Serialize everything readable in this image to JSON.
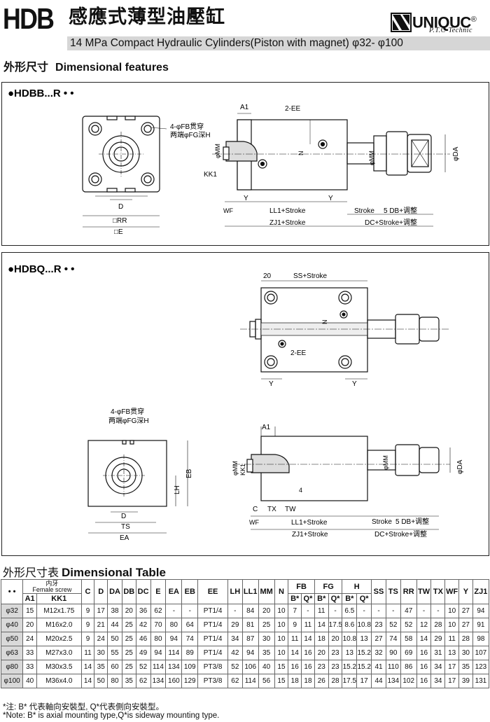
{
  "header": {
    "code": "HDB",
    "title_cn": "感應式薄型油壓缸",
    "subtitle": "14 MPa Compact Hydraulic Cylinders(Piston with magnet) φ32- φ100",
    "brand": "UNIQUC",
    "brand_mark": "®",
    "brand_tag": "P.T.C-Technic"
  },
  "section": {
    "title_cn": "外形尺寸",
    "title_en": "Dimensional features"
  },
  "panel1": {
    "title": "●HDBB...R • •",
    "labels": {
      "fb": "4-φFB贯穿",
      "fg": "两端φFG深H",
      "d": "D",
      "rr": "□RR",
      "e": "□E",
      "a1": "A1",
      "ee": "2-EE",
      "mm": "φMM",
      "n": "N",
      "kk1": "KK1",
      "mm2": "φMM",
      "da": "φDA",
      "wf": "WF",
      "y": "Y",
      "ll1": "LL1+Stroke",
      "y2": "Y",
      "stroke": "Stroke",
      "db": "5 DB+调整",
      "zj1": "ZJ1+Stroke",
      "dc": "DC+Stroke+调整"
    }
  },
  "panel2": {
    "title": "●HDBQ...R • •",
    "labels": {
      "twenty": "20",
      "ss": "SS+Stroke",
      "n": "N",
      "ee": "2-EE",
      "y": "Y",
      "y2": "Y",
      "fb": "4-φFB贯穿",
      "fg": "两端φFG深H",
      "eb": "EB",
      "lh": "LH",
      "d": "D",
      "ts": "TS",
      "ea": "EA",
      "a1": "A1",
      "mm": "φMM",
      "kk1": "KK1",
      "four": "4",
      "mm2": "φMM",
      "da": "φDA",
      "c": "C",
      "tx": "TX",
      "tw": "TW",
      "wf": "WF",
      "ll1": "LL1+Stroke",
      "stroke": "Stroke",
      "db": "5 DB+调整",
      "zj1": "ZJ1+Stroke",
      "dc": "DC+Stroke+调整"
    }
  },
  "table": {
    "title_cn": "外形尺寸表",
    "title_en": "Dimensional Table",
    "corner": "• •",
    "female_cn": "内牙",
    "female_en": "Female screw",
    "headers": [
      "C",
      "D",
      "DA",
      "DB",
      "DC",
      "E",
      "EA",
      "EB",
      "EE",
      "LH",
      "LL1",
      "MM",
      "N"
    ],
    "fb": "FB",
    "fg": "FG",
    "h": "H",
    "headers_after": [
      "SS",
      "TS",
      "RR",
      "TW",
      "TX",
      "WF",
      "Y",
      "ZJ1"
    ],
    "sub": {
      "a1": "A1",
      "kk1": "KK1",
      "b": "B*",
      "q": "Q*"
    },
    "rows": [
      [
        "φ32",
        "15",
        "M12x1.75",
        "9",
        "17",
        "38",
        "20",
        "36",
        "62",
        "-",
        "-",
        "PT1/4",
        "-",
        "84",
        "20",
        "10",
        "7",
        "-",
        "11",
        "-",
        "6.5",
        "-",
        "-",
        "-",
        "47",
        "-",
        "-",
        "10",
        "27",
        "94"
      ],
      [
        "φ40",
        "20",
        "M16x2.0",
        "9",
        "21",
        "44",
        "25",
        "42",
        "70",
        "80",
        "64",
        "PT1/4",
        "29",
        "81",
        "25",
        "10",
        "9",
        "11",
        "14",
        "17.5",
        "8.6",
        "10.8",
        "23",
        "52",
        "52",
        "12",
        "28",
        "10",
        "27",
        "91"
      ],
      [
        "φ50",
        "24",
        "M20x2.5",
        "9",
        "24",
        "50",
        "25",
        "46",
        "80",
        "94",
        "74",
        "PT1/4",
        "34",
        "87",
        "30",
        "10",
        "11",
        "14",
        "18",
        "20",
        "10.8",
        "13",
        "27",
        "74",
        "58",
        "14",
        "29",
        "11",
        "28",
        "98"
      ],
      [
        "φ63",
        "33",
        "M27x3.0",
        "11",
        "30",
        "55",
        "25",
        "49",
        "94",
        "114",
        "89",
        "PT1/4",
        "42",
        "94",
        "35",
        "10",
        "14",
        "16",
        "20",
        "23",
        "13",
        "15.2",
        "32",
        "90",
        "69",
        "16",
        "31",
        "13",
        "30",
        "107"
      ],
      [
        "φ80",
        "33",
        "M30x3.5",
        "14",
        "35",
        "60",
        "25",
        "52",
        "114",
        "134",
        "109",
        "PT3/8",
        "52",
        "106",
        "40",
        "15",
        "16",
        "16",
        "23",
        "23",
        "15.2",
        "15.2",
        "41",
        "110",
        "86",
        "16",
        "34",
        "17",
        "35",
        "123"
      ],
      [
        "φ100",
        "40",
        "M36x4.0",
        "14",
        "50",
        "80",
        "35",
        "62",
        "134",
        "160",
        "129",
        "PT3/8",
        "62",
        "114",
        "56",
        "15",
        "18",
        "18",
        "26",
        "28",
        "17.5",
        "17",
        "44",
        "134",
        "102",
        "16",
        "34",
        "17",
        "39",
        "131"
      ]
    ]
  },
  "notes": {
    "cn": "*注:   B* 代表軸向安裝型, Q*代表側向安裝型。",
    "en": "*Note: B* is axial mounting type,Q*is sideway mounting type."
  }
}
